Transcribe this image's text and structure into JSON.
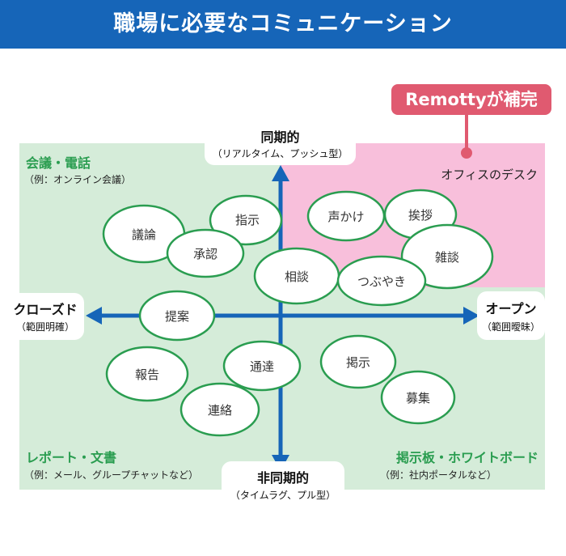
{
  "header": {
    "title": "職場に必要なコミュニケーション"
  },
  "callout": {
    "label": "Remottyが補完"
  },
  "axes": {
    "top": {
      "title": "同期的",
      "sub": "（リアルタイム、プッシュ型）"
    },
    "bottom": {
      "title": "非同期的",
      "sub": "（タイムラグ、プル型）"
    },
    "left": {
      "title": "クローズド",
      "sub": "（範囲明確）"
    },
    "right": {
      "title": "オープン",
      "sub": "（範囲曖昧）"
    }
  },
  "quadrants": {
    "top_left": {
      "title": "会議・電話",
      "sub": "（例：オンライン会議）"
    },
    "top_right": {
      "title": "オフィスのデスク"
    },
    "bottom_left": {
      "title": "レポート・文書",
      "sub": "（例：メール、グループチャットなど）"
    },
    "bottom_right": {
      "title": "掲示板・ホワイトボード",
      "sub": "（例：社内ポータルなど）"
    }
  },
  "items": [
    "議論",
    "指示",
    "承認",
    "声かけ",
    "挨拶",
    "雑談",
    "相談",
    "つぶやき",
    "提案",
    "報告",
    "通達",
    "掲示",
    "連絡",
    "募集"
  ],
  "colors": {
    "header": "#1665b8",
    "axis": "#1665b8",
    "quadrant_green": "#d5ecd9",
    "quadrant_pink": "#f8bfdb",
    "ellipse_stroke": "#2a9d50",
    "callout": "#e05a70",
    "title_green": "#2a9d50"
  }
}
